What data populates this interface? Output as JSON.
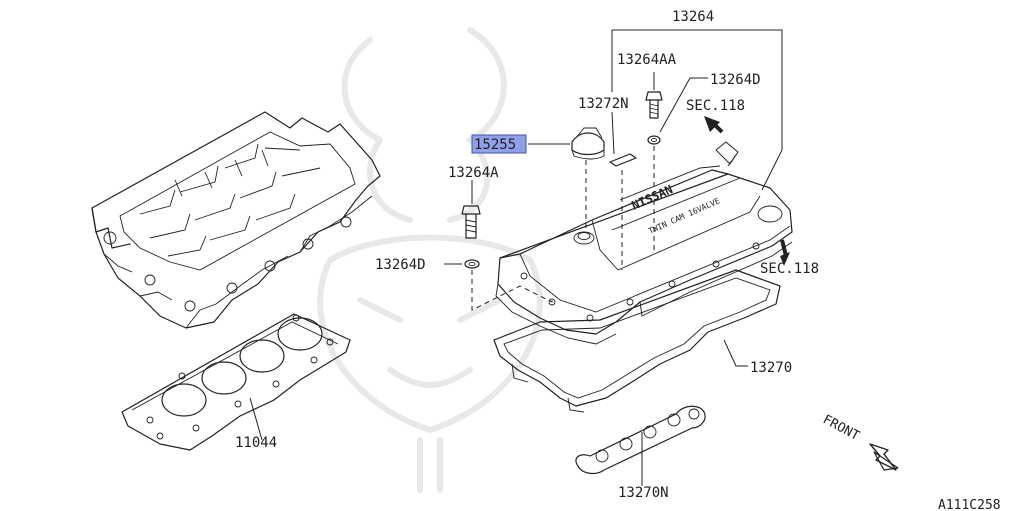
{
  "parts": {
    "rocker_cover_assy": "13264",
    "oil_filler_cap": "15255",
    "bolt_aa": "13264AA",
    "washer_d_top": "13264D",
    "label": "13272N",
    "bolt_a": "13264A",
    "washer_d_left": "13264D",
    "cover_gasket": "13270",
    "plug_gasket": "13270N",
    "head_gasket": "11044"
  },
  "refs": {
    "sec_top": "SEC.118",
    "sec_right": "SEC.118"
  },
  "cover_text": {
    "brand": "NISSAN",
    "spec": "TWIN CAM 16VALVE"
  },
  "front_label": "FRONT",
  "diagram_id": "A111C258",
  "colors": {
    "highlight": "#8fa0e8",
    "line": "#222222"
  }
}
